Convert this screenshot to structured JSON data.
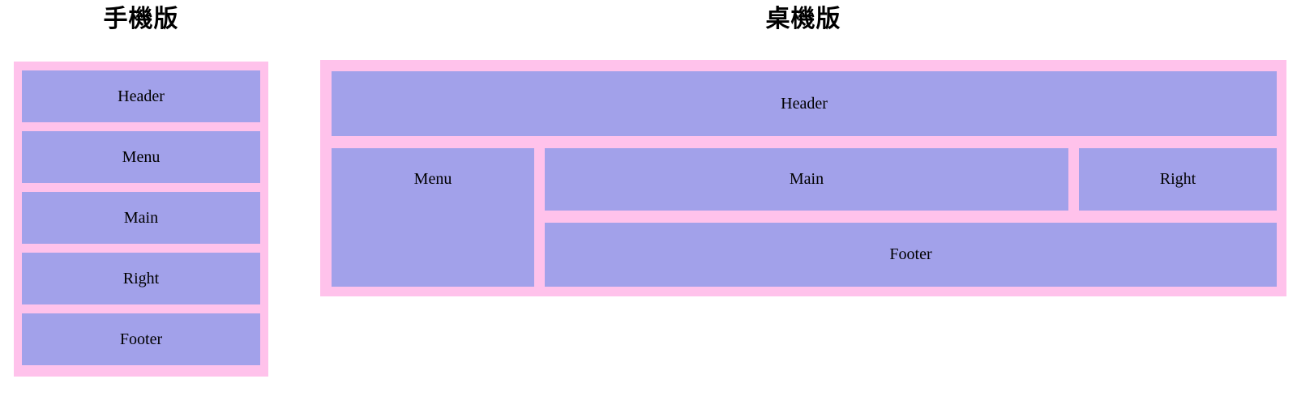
{
  "colors": {
    "page_bg": "#ffffff",
    "container_bg": "#ffc2eb",
    "box_bg": "#a2a1ea",
    "box_text": "#000000",
    "title_text": "#000000"
  },
  "mobile": {
    "title": "手機版",
    "boxes": [
      "Header",
      "Menu",
      "Main",
      "Right",
      "Footer"
    ]
  },
  "desktop": {
    "title": "桌機版",
    "areas": {
      "header": "Header",
      "menu": "Menu",
      "main": "Main",
      "right": "Right",
      "footer": "Footer"
    }
  }
}
